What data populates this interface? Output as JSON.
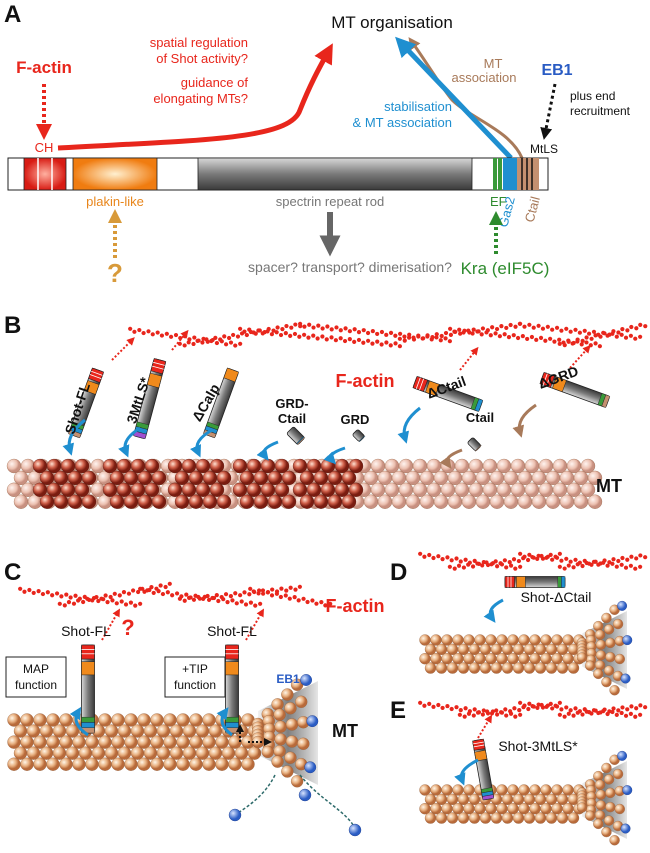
{
  "panels": {
    "A": "A",
    "B": "B",
    "C": "C",
    "D": "D",
    "E": "E"
  },
  "panel_a": {
    "mt_organisation": "MT organisation",
    "factin": "F-actin",
    "ch": "CH",
    "spatial_1": "spatial regulation",
    "spatial_2": "of Shot activity?",
    "guidance_1": "guidance of",
    "guidance_2": "elongating MTs?",
    "mt_assoc_1": "MT",
    "mt_assoc_2": "association",
    "eb1": "EB1",
    "plus_end_1": "plus end",
    "plus_end_2": "recruitment",
    "stab_1": "stabilisation",
    "stab_2": "& MT association",
    "mtls": "MtLS",
    "plakin": "plakin-like",
    "spectrin": "spectrin repeat rod",
    "ef": "EF",
    "gas2": "Gas2",
    "ctail": "Ctail",
    "question": "?",
    "spacer": "spacer? transport? dimerisation?",
    "kra": "Kra (eIF5C)"
  },
  "panel_b": {
    "factin": "F-actin",
    "shot_fl": "Shot-FL",
    "mtls3": "3MtLS*",
    "dcalp": "ΔCalp",
    "grd_ctail_1": "GRD-",
    "grd_ctail_2": "Ctail",
    "grd": "GRD",
    "dctail": "ΔCtail",
    "dgrd": "ΔGRD",
    "ctail": "Ctail",
    "mt": "MT"
  },
  "panel_c": {
    "factin": "F-actin",
    "shot_fl_left": "Shot-FL",
    "shot_fl_right": "Shot-FL",
    "question": "?",
    "map_1": "MAP",
    "map_2": "function",
    "tip_1": "+TIP",
    "tip_2": "function",
    "eb1": "EB1",
    "mt": "MT"
  },
  "panel_d": {
    "label": "Shot-ΔCtail"
  },
  "panel_e": {
    "label": "Shot-3MtLS*"
  },
  "colors": {
    "red": "#e8261c",
    "blue": "#1f8fd0",
    "brown": "#a87a5a",
    "orange": "#f08a1c",
    "green": "#2e8b2e",
    "gold": "#d89a3a",
    "grey": "#666666",
    "eb1_blue": "#2a5cc4"
  }
}
